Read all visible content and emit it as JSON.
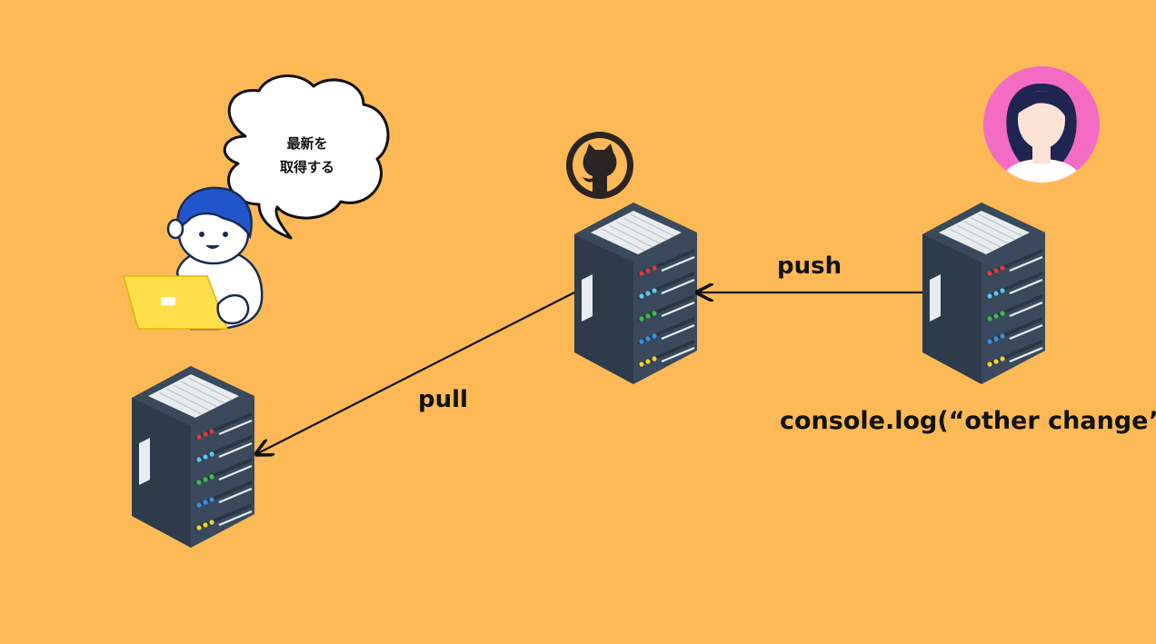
{
  "speech_bubble": {
    "line1": "最新を",
    "line2": "取得する"
  },
  "arrows": {
    "push_label": "push",
    "pull_label": "pull"
  },
  "remote_change": {
    "code": "console.log(“other change”)"
  },
  "colors": {
    "background": "#FDB955",
    "server_body": "#3A4A5C",
    "server_side": "#2E3B4A",
    "server_top": "#E8ECEF",
    "led_red": "#E03A3A",
    "led_cyan": "#5BC8F0",
    "led_green": "#3DBE4A",
    "led_blue": "#3A8FE0",
    "led_yellow": "#F2D22E",
    "laptop": "#FFE04A",
    "person_hair": "#2255CC",
    "avatar_circle": "#F46BC3"
  },
  "icons": [
    "github-icon",
    "person-with-laptop-icon",
    "woman-avatar-icon",
    "server-icon"
  ]
}
